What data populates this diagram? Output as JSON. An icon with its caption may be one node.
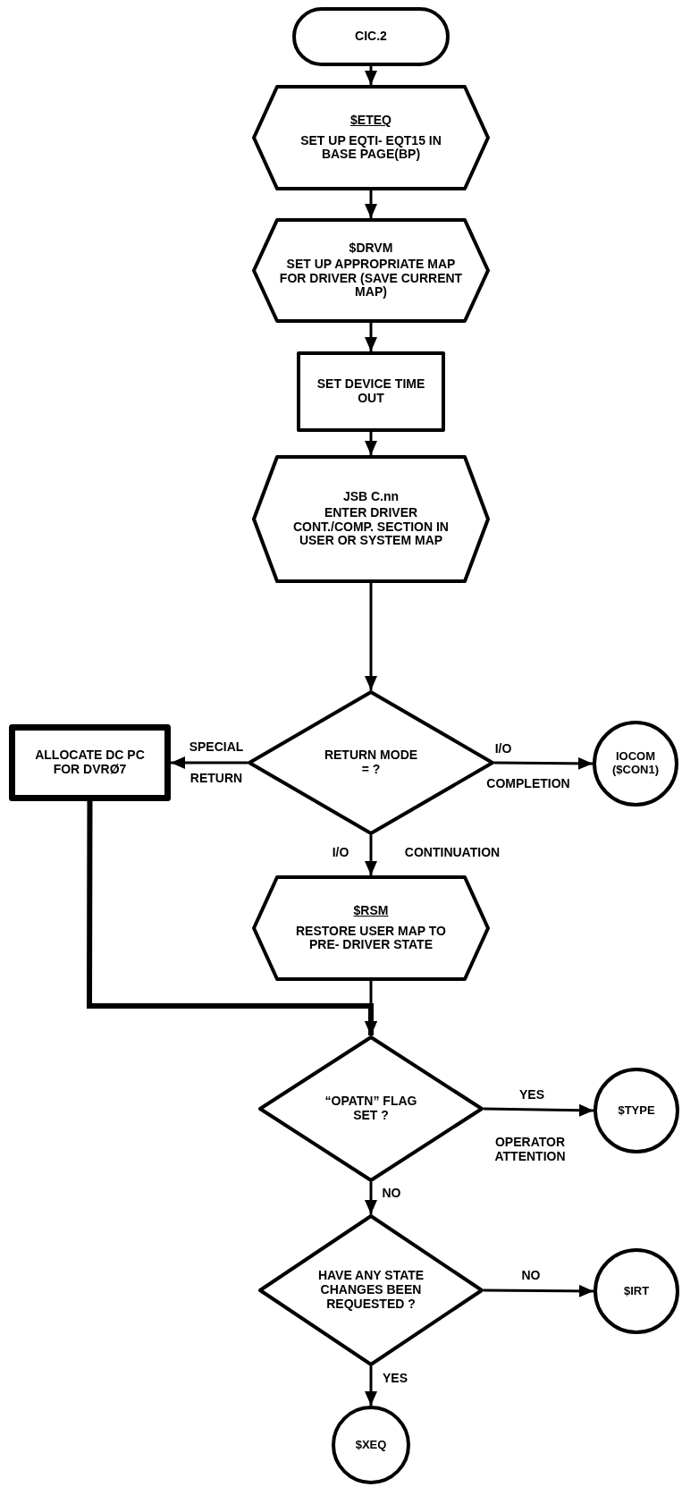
{
  "diagram": {
    "nodes": [
      {
        "text": [
          "CIC.2"
        ]
      },
      {
        "text": [
          "$ETEQ",
          "SET UP EQTI- EQT15 IN BASE PAGE(BP)"
        ]
      },
      {
        "text": [
          "$DRVM",
          "SET UP APPROPRIATE MAP FOR DRIVER (SAVE CURRENT MAP)"
        ]
      },
      {
        "text": [
          "SET DEVICE TIME OUT"
        ]
      },
      {
        "text": [
          "JSB C.nn",
          "ENTER DRIVER CONT./COMP. SECTION IN USER OR SYSTEM MAP"
        ]
      },
      {
        "text": [
          "RETURN MODE = ?"
        ]
      },
      {
        "text": [
          "ALLOCATE DC PC FOR DVRØ7"
        ]
      },
      {
        "text": [
          "IOCOM ($CON1)"
        ]
      },
      {
        "text": [
          "$RSM",
          "RESTORE USER MAP TO PRE- DRIVER STATE"
        ]
      },
      {
        "text": [
          "“OPATN” FLAG SET ?"
        ]
      },
      {
        "text": [
          "$TYPE"
        ]
      },
      {
        "text": [
          "HAVE ANY STATE CHANGES BEEN REQUESTED ?"
        ]
      },
      {
        "text": [
          "$IRT"
        ]
      },
      {
        "text": [
          "$XEQ"
        ]
      }
    ],
    "edges": [
      {
        "from": 0,
        "to": 1,
        "arrow": "to"
      },
      {
        "from": 1,
        "to": 2,
        "arrow": "to"
      },
      {
        "from": 2,
        "to": 3,
        "arrow": "to"
      },
      {
        "from": 3,
        "to": 4,
        "arrow": "to"
      },
      {
        "from": 4,
        "to": 5,
        "arrow": "to"
      },
      {
        "from": 5,
        "to": 6,
        "arrow": "to",
        "label": "SPECIAL"
      },
      {
        "from": 5,
        "to": 7,
        "arrow": "to",
        "label": "I/O"
      },
      {
        "from": 5,
        "to": 8,
        "arrow": "to",
        "label": "I/O"
      },
      {
        "from": 6,
        "to": 9,
        "arrow": "to",
        "style": "thick"
      },
      {
        "from": 8,
        "to": 9,
        "arrow": "to"
      },
      {
        "from": 9,
        "to": 10,
        "arrow": "to",
        "label": "YES"
      },
      {
        "from": 9,
        "to": 11,
        "arrow": "to",
        "label": "NO"
      },
      {
        "from": 11,
        "to": 12,
        "arrow": "to",
        "label": "NO"
      },
      {
        "from": 11,
        "to": 13,
        "arrow": "to",
        "label": "YES"
      }
    ],
    "labels": [
      "RETURN",
      "COMPLETION",
      "CONTINUATION",
      "OPERATOR ATTENTION"
    ]
  }
}
